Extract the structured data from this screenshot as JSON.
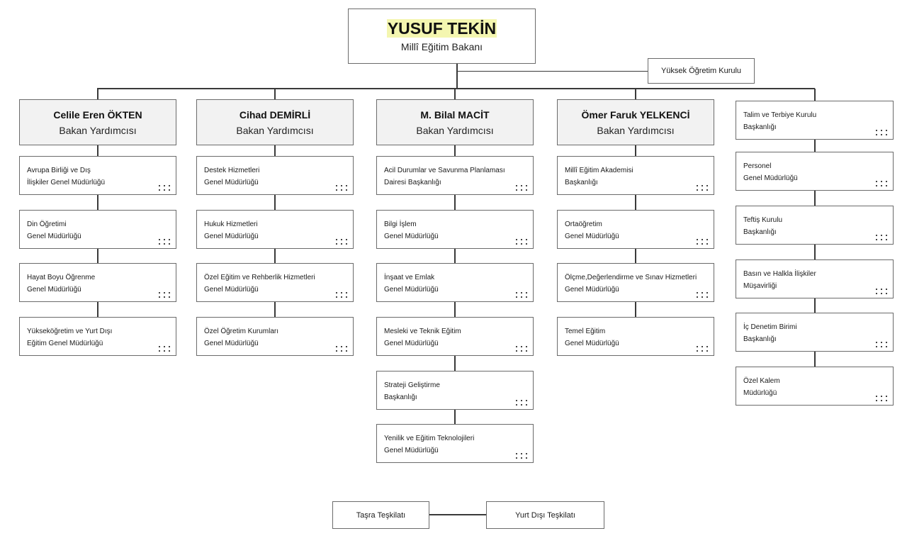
{
  "minister": {
    "name": "YUSUF TEKİN",
    "title": "Millî Eğitim Bakanı"
  },
  "council": {
    "label": "Yüksek Öğretim Kurulu"
  },
  "columns": [
    {
      "deputy": {
        "name": "Celile Eren ÖKTEN",
        "title": "Bakan Yardımcısı"
      },
      "units": [
        [
          "Avrupa Birliği ve Dış",
          "İlişkiler Genel Müdürlüğü"
        ],
        [
          "Din Öğretimi",
          "Genel Müdürlüğü"
        ],
        [
          "Hayat Boyu Öğrenme",
          "Genel Müdürlüğü"
        ],
        [
          "Yükseköğretim ve Yurt Dışı",
          "Eğitim Genel Müdürlüğü"
        ]
      ]
    },
    {
      "deputy": {
        "name": "Cihad DEMİRLİ",
        "title": "Bakan Yardımcısı"
      },
      "units": [
        [
          "Destek Hizmetleri",
          "Genel Müdürlüğü"
        ],
        [
          "Hukuk Hizmetleri",
          "Genel Müdürlüğü"
        ],
        [
          "Özel Eğitim ve Rehberlik Hizmetleri",
          "Genel Müdürlüğü"
        ],
        [
          "Özel Öğretim Kurumları",
          "Genel Müdürlüğü"
        ]
      ]
    },
    {
      "deputy": {
        "name": "M. Bilal MACİT",
        "title": "Bakan Yardımcısı"
      },
      "units": [
        [
          "Acil Durumlar ve Savunma Planlaması",
          "Dairesi Başkanlığı"
        ],
        [
          "Bilgi İşlem",
          "Genel Müdürlüğü"
        ],
        [
          "İnşaat ve Emlak",
          "Genel Müdürlüğü"
        ],
        [
          "Mesleki ve Teknik Eğitim",
          "Genel Müdürlüğü"
        ],
        [
          "Strateji Geliştirme",
          "Başkanlığı"
        ],
        [
          "Yenilik ve Eğitim Teknolojileri",
          "Genel Müdürlüğü"
        ]
      ]
    },
    {
      "deputy": {
        "name": "Ömer Faruk YELKENCİ",
        "title": "Bakan Yardımcısı"
      },
      "units": [
        [
          "Millî Eğitim Akademisi",
          "Başkanlığı"
        ],
        [
          "Ortaöğretim",
          "Genel Müdürlüğü"
        ],
        [
          "Ölçme,Değerlendirme ve Sınav Hizmetleri",
          "Genel Müdürlüğü"
        ],
        [
          "Temel Eğitim",
          "Genel Müdürlüğü"
        ]
      ]
    }
  ],
  "direct_units": [
    [
      "Talim ve Terbiye Kurulu",
      "Başkanlığı"
    ],
    [
      "Personel",
      "Genel Müdürlüğü"
    ],
    [
      "Teftiş Kurulu",
      "Başkanlığı"
    ],
    [
      "Basın ve Halkla İlişkiler",
      "Müşavirliği"
    ],
    [
      "İç Denetim Birimi",
      "Başkanlığı"
    ],
    [
      "Özel Kalem",
      "Müdürlüğü"
    ]
  ],
  "bottom": {
    "left": "Taşra Teşkilatı",
    "right": "Yurt Dışı Teşkilatı"
  }
}
